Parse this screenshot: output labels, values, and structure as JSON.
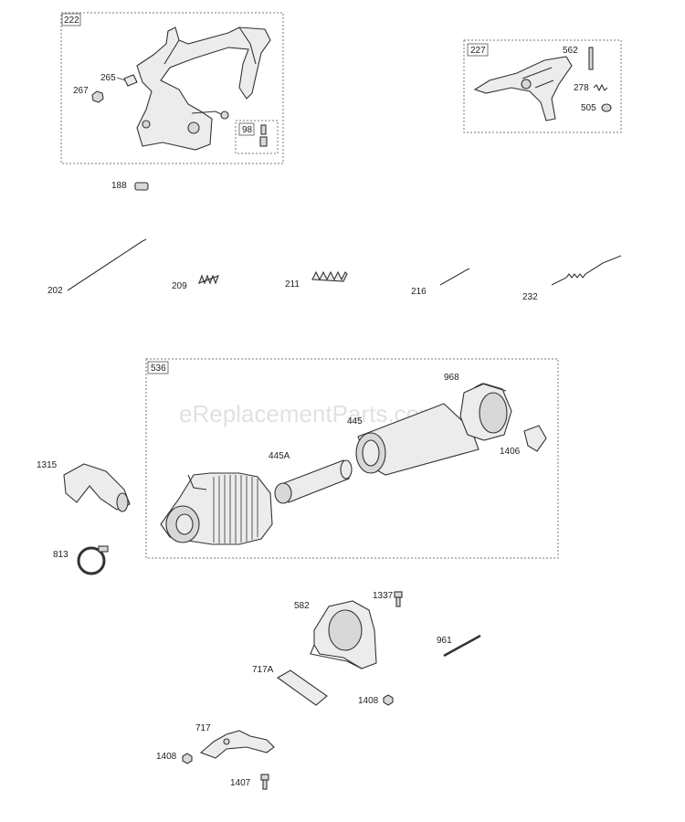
{
  "watermark": "eReplacementParts.com",
  "groups": {
    "g222": "222",
    "g98": "98",
    "g227": "227",
    "g536": "536"
  },
  "labels": {
    "p265": "265",
    "p267": "267",
    "p562a": "562",
    "p278": "278",
    "p505": "505",
    "p188": "188",
    "p202": "202",
    "p209": "209",
    "p211": "211",
    "p216": "216",
    "p232": "232",
    "p968": "968",
    "p445": "445",
    "p445A": "445A",
    "p1406": "1406",
    "p1315": "1315",
    "p813": "813",
    "p1337": "1337",
    "p582": "582",
    "p961": "961",
    "p717A": "717A",
    "p1408a": "1408",
    "p717": "717",
    "p1408b": "1408",
    "p1407": "1407"
  }
}
